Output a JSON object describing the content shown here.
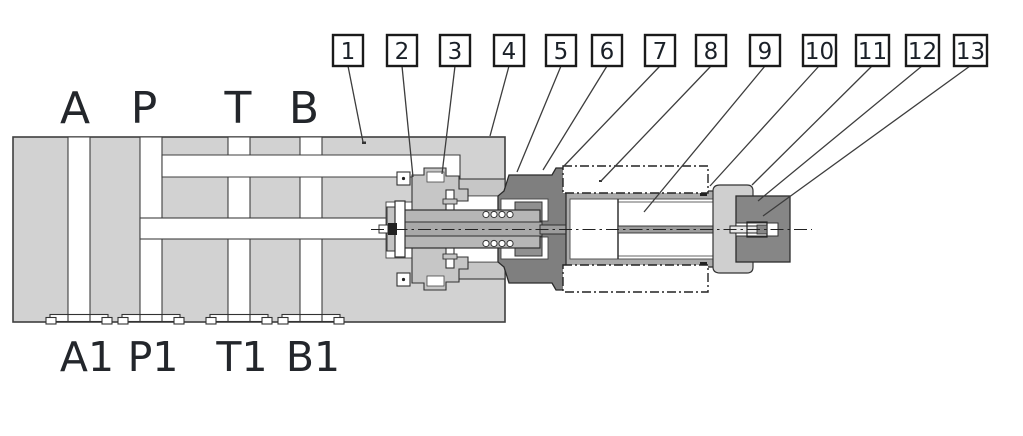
{
  "diagram_title": "",
  "ports": {
    "top": [
      {
        "label": "A"
      },
      {
        "label": "P"
      },
      {
        "label": "T"
      },
      {
        "label": "B"
      }
    ],
    "bottom": [
      {
        "label": "A1"
      },
      {
        "label": "P1"
      },
      {
        "label": "T1"
      },
      {
        "label": "B1"
      }
    ]
  },
  "callouts": [
    {
      "number": "1"
    },
    {
      "number": "2"
    },
    {
      "number": "3"
    },
    {
      "number": "4"
    },
    {
      "number": "5"
    },
    {
      "number": "6"
    },
    {
      "number": "7"
    },
    {
      "number": "8"
    },
    {
      "number": "9"
    },
    {
      "number": "10"
    },
    {
      "number": "11"
    },
    {
      "number": "12"
    },
    {
      "number": "13"
    }
  ],
  "colors": {
    "block_fill": "#d2d2d2",
    "valve_body_dark": "#7f7f7f",
    "sleeve_gray": "#b6b6b6",
    "housing_gray": "#c6c6c6",
    "tube_wall": "#ababab",
    "end_cap": "#cfcfcf",
    "locknut": "#868686",
    "outline": "#2f2f2f",
    "leader_line": "#3d3d3d",
    "label_text": "#23262b"
  }
}
